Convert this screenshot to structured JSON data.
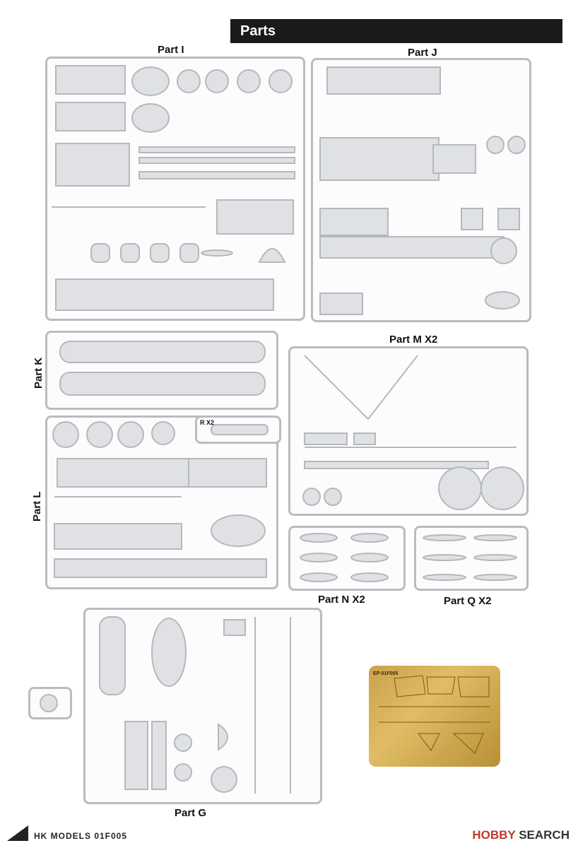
{
  "header": {
    "title": "Parts"
  },
  "parts": {
    "I": "Part I",
    "J": "Part J",
    "K": "Part K",
    "M": "Part M  X2",
    "L": "Part L",
    "R": "R X2",
    "N": "Part N  X2",
    "Q": "Part Q   X2",
    "G": "Part G"
  },
  "photo_etch": {
    "code": "EP-01F005"
  },
  "footer": {
    "brand": "HK MODELS  01F005"
  },
  "watermark": {
    "hobby": "HOBBY",
    "search": "SEARCH"
  }
}
